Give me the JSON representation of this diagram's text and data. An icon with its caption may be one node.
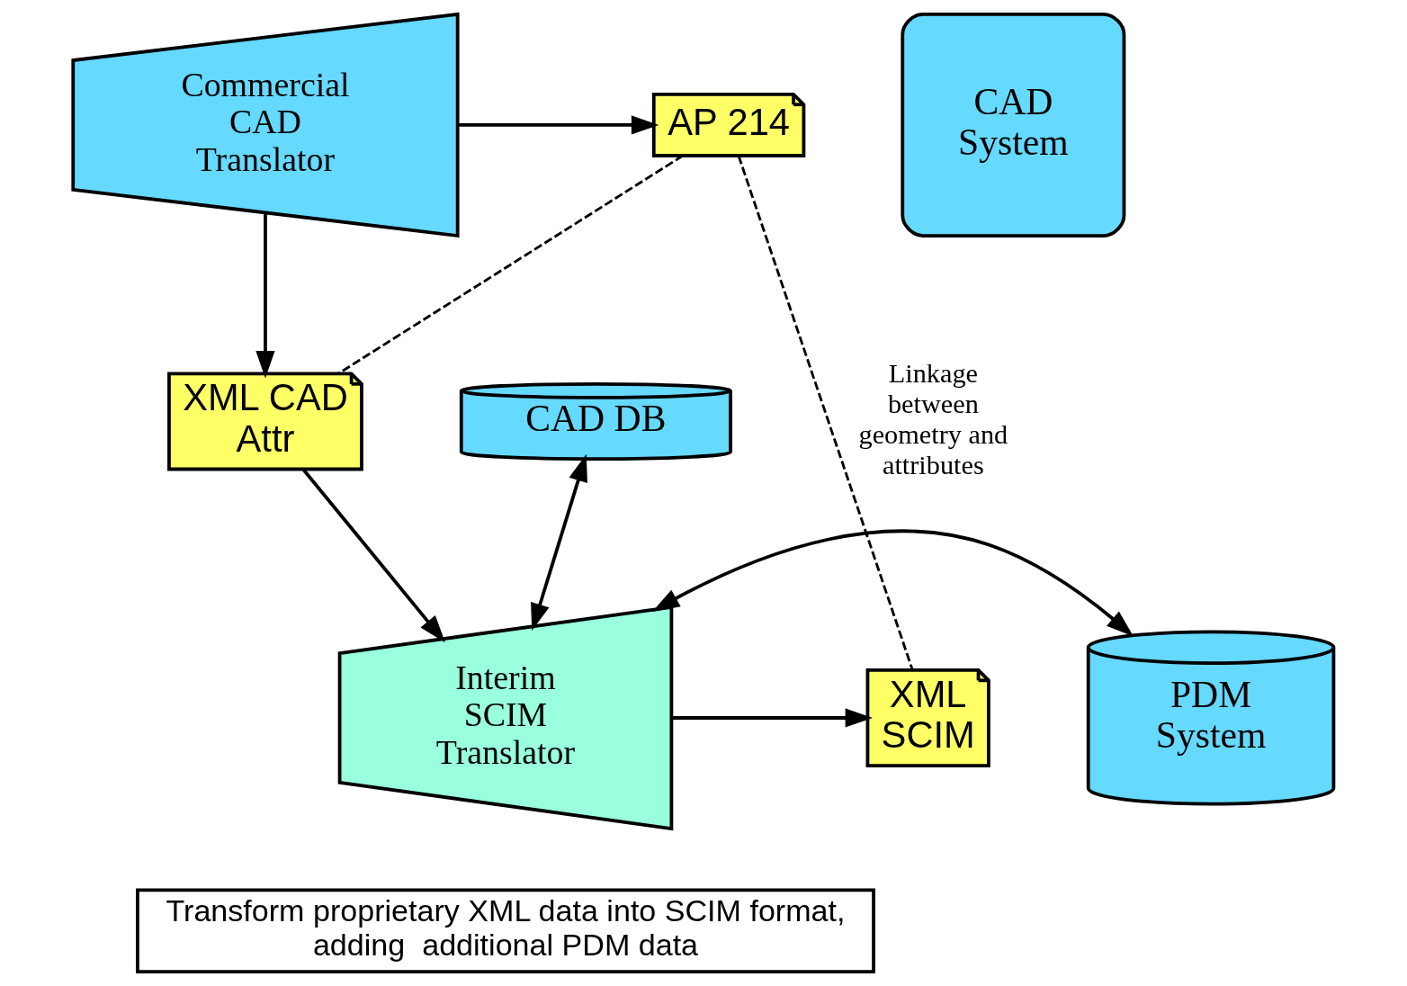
{
  "diagram": {
    "nodes": [
      {
        "text": [
          "AP 214"
        ]
      },
      {
        "text": [
          "Commercial CAD Translator"
        ]
      },
      {
        "text": [
          "CAD System"
        ]
      },
      {
        "text": [
          "XML CAD Attr"
        ]
      },
      {
        "text": [
          "CAD DB"
        ]
      },
      {
        "text": [
          "XML SCIM"
        ]
      },
      {
        "text": [
          "Interim SCIM Translator"
        ]
      },
      {
        "text": [
          "PDM System"
        ]
      },
      {
        "text": [
          "Transform proprietary XML data into SCIM format, adding  additional PDM data"
        ]
      }
    ],
    "edges": [
      {
        "from": 1,
        "to": 0,
        "arrow": "to"
      },
      {
        "from": 1,
        "to": 3,
        "arrow": "to"
      },
      {
        "from": 0,
        "to": 3,
        "arrow": "none",
        "style": "dashed"
      },
      {
        "from": 0,
        "to": 5,
        "arrow": "none",
        "style": "dashed",
        "label": "Linkage between geometry and attributes"
      },
      {
        "from": 3,
        "to": 6,
        "arrow": "to"
      },
      {
        "from": 6,
        "to": 4,
        "arrow": "both"
      },
      {
        "from": 6,
        "to": 5,
        "arrow": "to"
      },
      {
        "from": 6,
        "to": 7,
        "arrow": "both"
      }
    ]
  }
}
